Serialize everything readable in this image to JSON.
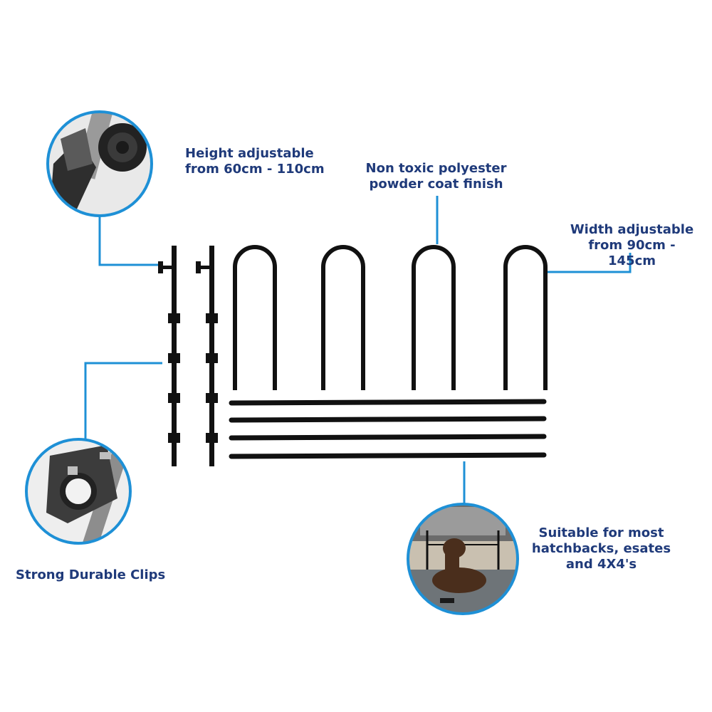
{
  "callouts": {
    "height": "Height adjustable\nfrom 60cm - 110cm",
    "coating": "Non toxic polyester\npowder coat finish",
    "width": "Width adjustable\nfrom 90cm - 145cm",
    "clips": "Strong Durable Clips",
    "fit": "Suitable for most\nhatchbacks, esates\nand 4X4's"
  },
  "colors": {
    "label": "#1f3a7a",
    "accent_line": "#1e90d6",
    "metal": "#111111",
    "plastic": "#4a4a4a"
  },
  "icons": {
    "knob_zoom": "adjuster-knob-closeup",
    "clip_zoom": "clip-closeup",
    "car_boot": "dog-in-car-boot-photo"
  }
}
